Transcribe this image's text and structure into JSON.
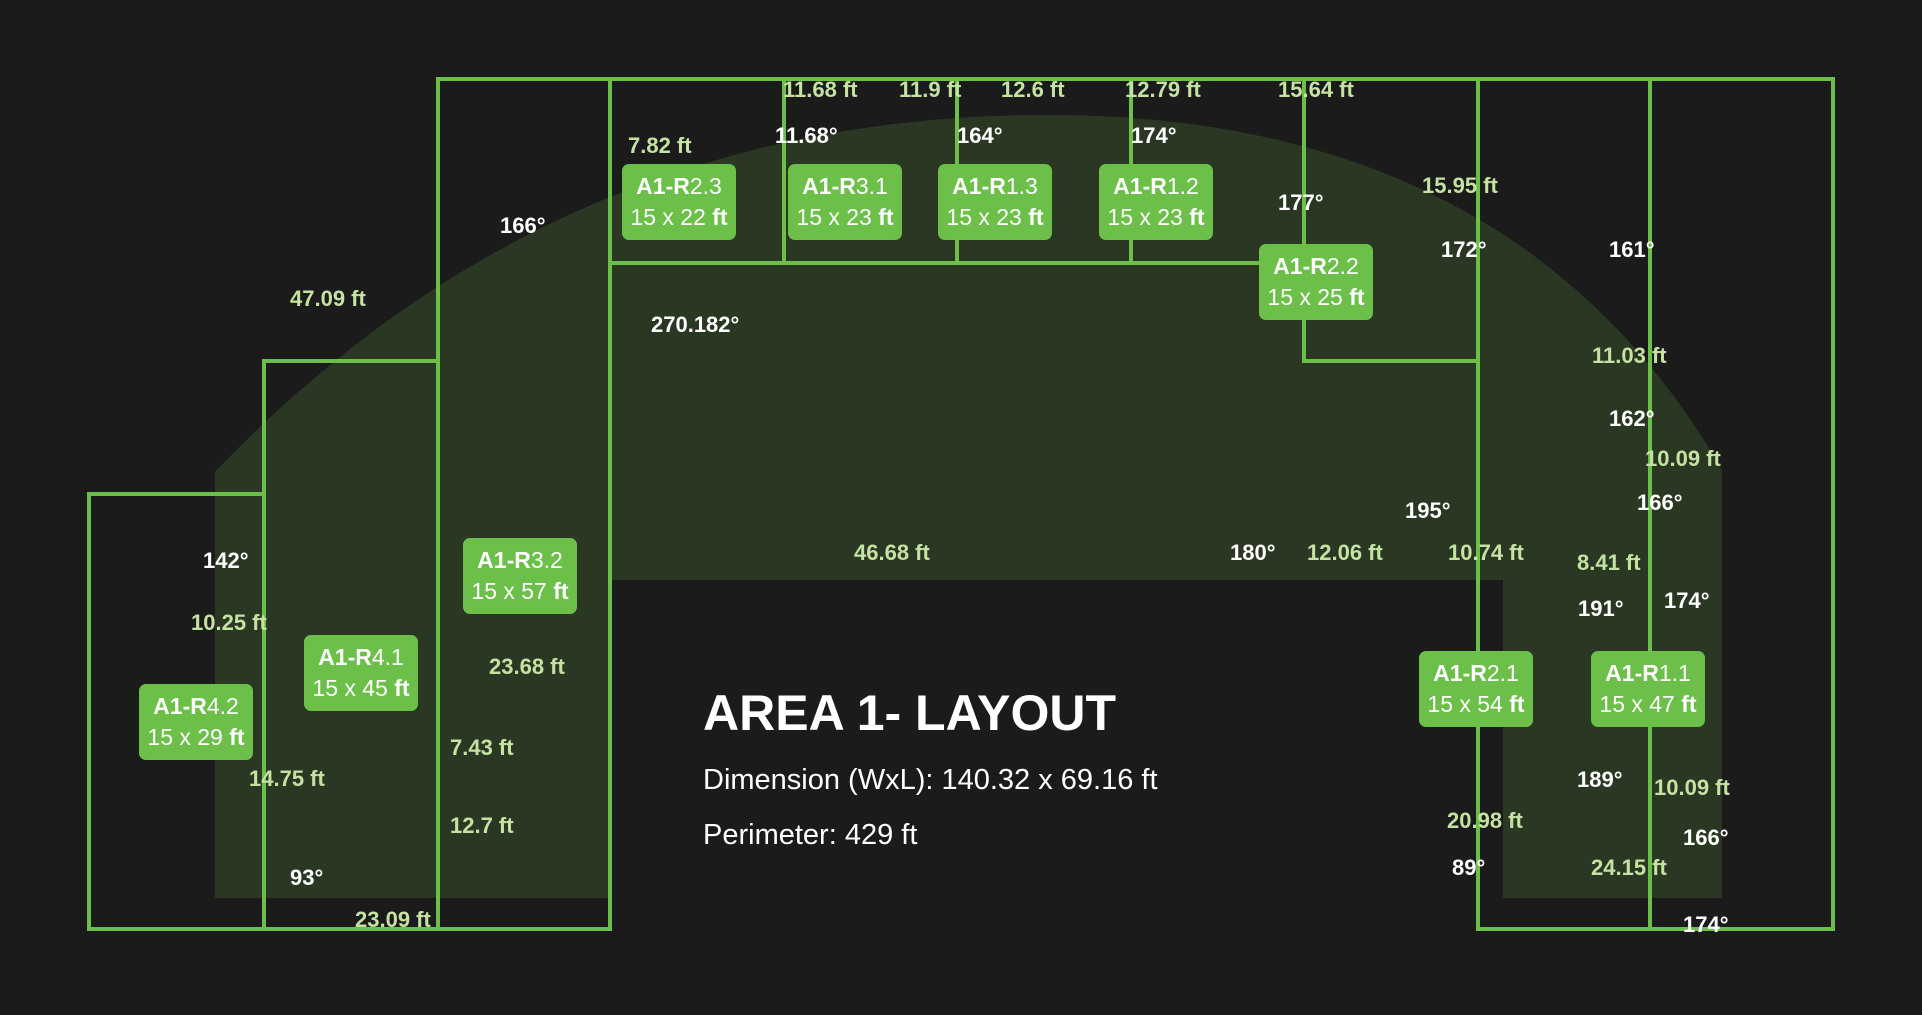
{
  "title": "AREA 1- LAYOUT",
  "dimension": "Dimension (WxL): 140.32 x 69.16 ft",
  "perimeter": "Perimeter: 429 ft",
  "colors": {
    "background": "#1b1b1b",
    "area_fill": "#2a3823",
    "outline": "#6cc04a",
    "badge": "#6cc04a",
    "length_text": "#c4e3a2",
    "angle_text": "#ffffff"
  },
  "rooms": [
    {
      "id_a": "A1-R",
      "id_b": "2.3",
      "size": "15 x 22",
      "unit": "ft"
    },
    {
      "id_a": "A1-R",
      "id_b": "3.1",
      "size": "15 x 23",
      "unit": "ft"
    },
    {
      "id_a": "A1-R",
      "id_b": "1.3",
      "size": "15 x 23",
      "unit": "ft"
    },
    {
      "id_a": "A1-R",
      "id_b": "1.2",
      "size": "15 x 23",
      "unit": "ft"
    },
    {
      "id_a": "A1-R",
      "id_b": "2.2",
      "size": "15 x 25",
      "unit": "ft"
    },
    {
      "id_a": "A1-R",
      "id_b": "3.2",
      "size": "15 x 57",
      "unit": "ft"
    },
    {
      "id_a": "A1-R",
      "id_b": "4.1",
      "size": "15 x 45",
      "unit": "ft"
    },
    {
      "id_a": "A1-R",
      "id_b": "4.2",
      "size": "15 x 29",
      "unit": "ft"
    },
    {
      "id_a": "A1-R",
      "id_b": "2.1",
      "size": "15 x 54",
      "unit": "ft"
    },
    {
      "id_a": "A1-R",
      "id_b": "1.1",
      "size": "15 x 47",
      "unit": "ft"
    }
  ],
  "lengths": [
    "11.68 ft",
    "11.9 ft",
    "12.6 ft",
    "12.79 ft",
    "15.64 ft",
    "7.82 ft",
    "15.95 ft",
    "47.09 ft",
    "11.03 ft",
    "10.09 ft",
    "46.68 ft",
    "12.06 ft",
    "10.74 ft",
    "8.41 ft",
    "10.25 ft",
    "23.68 ft",
    "7.43 ft",
    "14.75 ft",
    "12.7 ft",
    "23.09 ft",
    "10.09 ft",
    "20.98 ft",
    "24.15 ft"
  ],
  "angles": [
    "11.68°",
    "164°",
    "174°",
    "177°",
    "166°",
    "172°",
    "161°",
    "270.182°",
    "162°",
    "166°",
    "195°",
    "180°",
    "142°",
    "191°",
    "174°",
    "189°",
    "166°",
    "93°",
    "89°",
    "174°"
  ]
}
